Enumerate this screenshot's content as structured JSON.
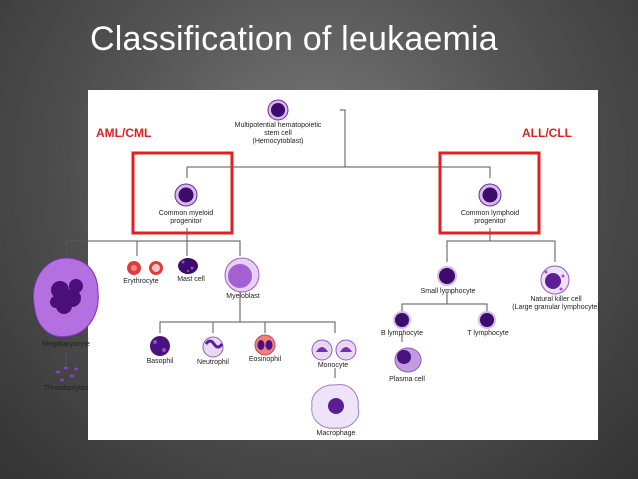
{
  "slide": {
    "title": "Classification of leukaemia"
  },
  "diagram": {
    "groups": {
      "left": "AML/CML",
      "right": "ALL/CLL"
    },
    "nodes": {
      "stem_cell": "Multipotential hematopoietic\nstem cell\n(Hemocytoblast)",
      "myeloid": "Common myeloid\nprogenitor",
      "lymphoid": "Common lymphoid\nprogenitor",
      "megakaryocyte": "Megakaryocyte",
      "thrombocytes": "Thrombocytes",
      "erythrocyte": "Erythrocyte",
      "mast_cell": "Mast cell",
      "myeloblast": "Myeloblast",
      "basophil": "Basophil",
      "neutrophil": "Neutrophil",
      "eosinophil": "Eosinophil",
      "monocyte": "Monocyte",
      "macrophage": "Macrophage",
      "small_lymphocyte": "Small lymphocyte",
      "nk_cell": "Natural killer cell\n(Large granular lymphocyte)",
      "b_lymphocyte": "B lymphocyte",
      "t_lymphocyte": "T lymphocyte",
      "plasma_cell": "Plasma cell"
    },
    "colors": {
      "highlight": "#e02020",
      "cell_dark": "#3c0b6b",
      "cell_mid": "#7b2fb0",
      "cell_light": "#d9b8ef",
      "erythrocyte": "#e23b3b"
    }
  }
}
